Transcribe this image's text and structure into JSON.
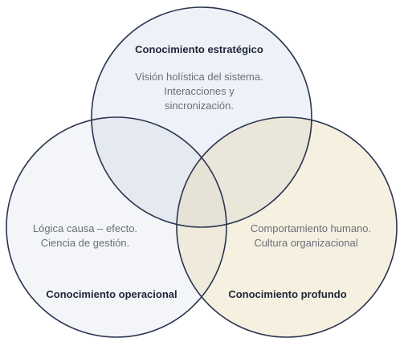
{
  "diagram": {
    "strategic": {
      "title": "Conocimiento estratégico",
      "lines": [
        "Visión holística del sistema.",
        "Interacciones y",
        "sincronización."
      ],
      "fill": "#eef2f8"
    },
    "operational": {
      "title": "Conocimiento operacional",
      "lines": [
        "Lógica causa – efecto.",
        "Ciencia de gestión."
      ],
      "fill": "#f3f5f9"
    },
    "deep": {
      "title": "Conocimiento profundo",
      "lines": [
        "Comportamiento humano.",
        "Cultura organizacional"
      ],
      "fill": "#f6f0e1"
    },
    "outline_color": "#2b3550"
  }
}
